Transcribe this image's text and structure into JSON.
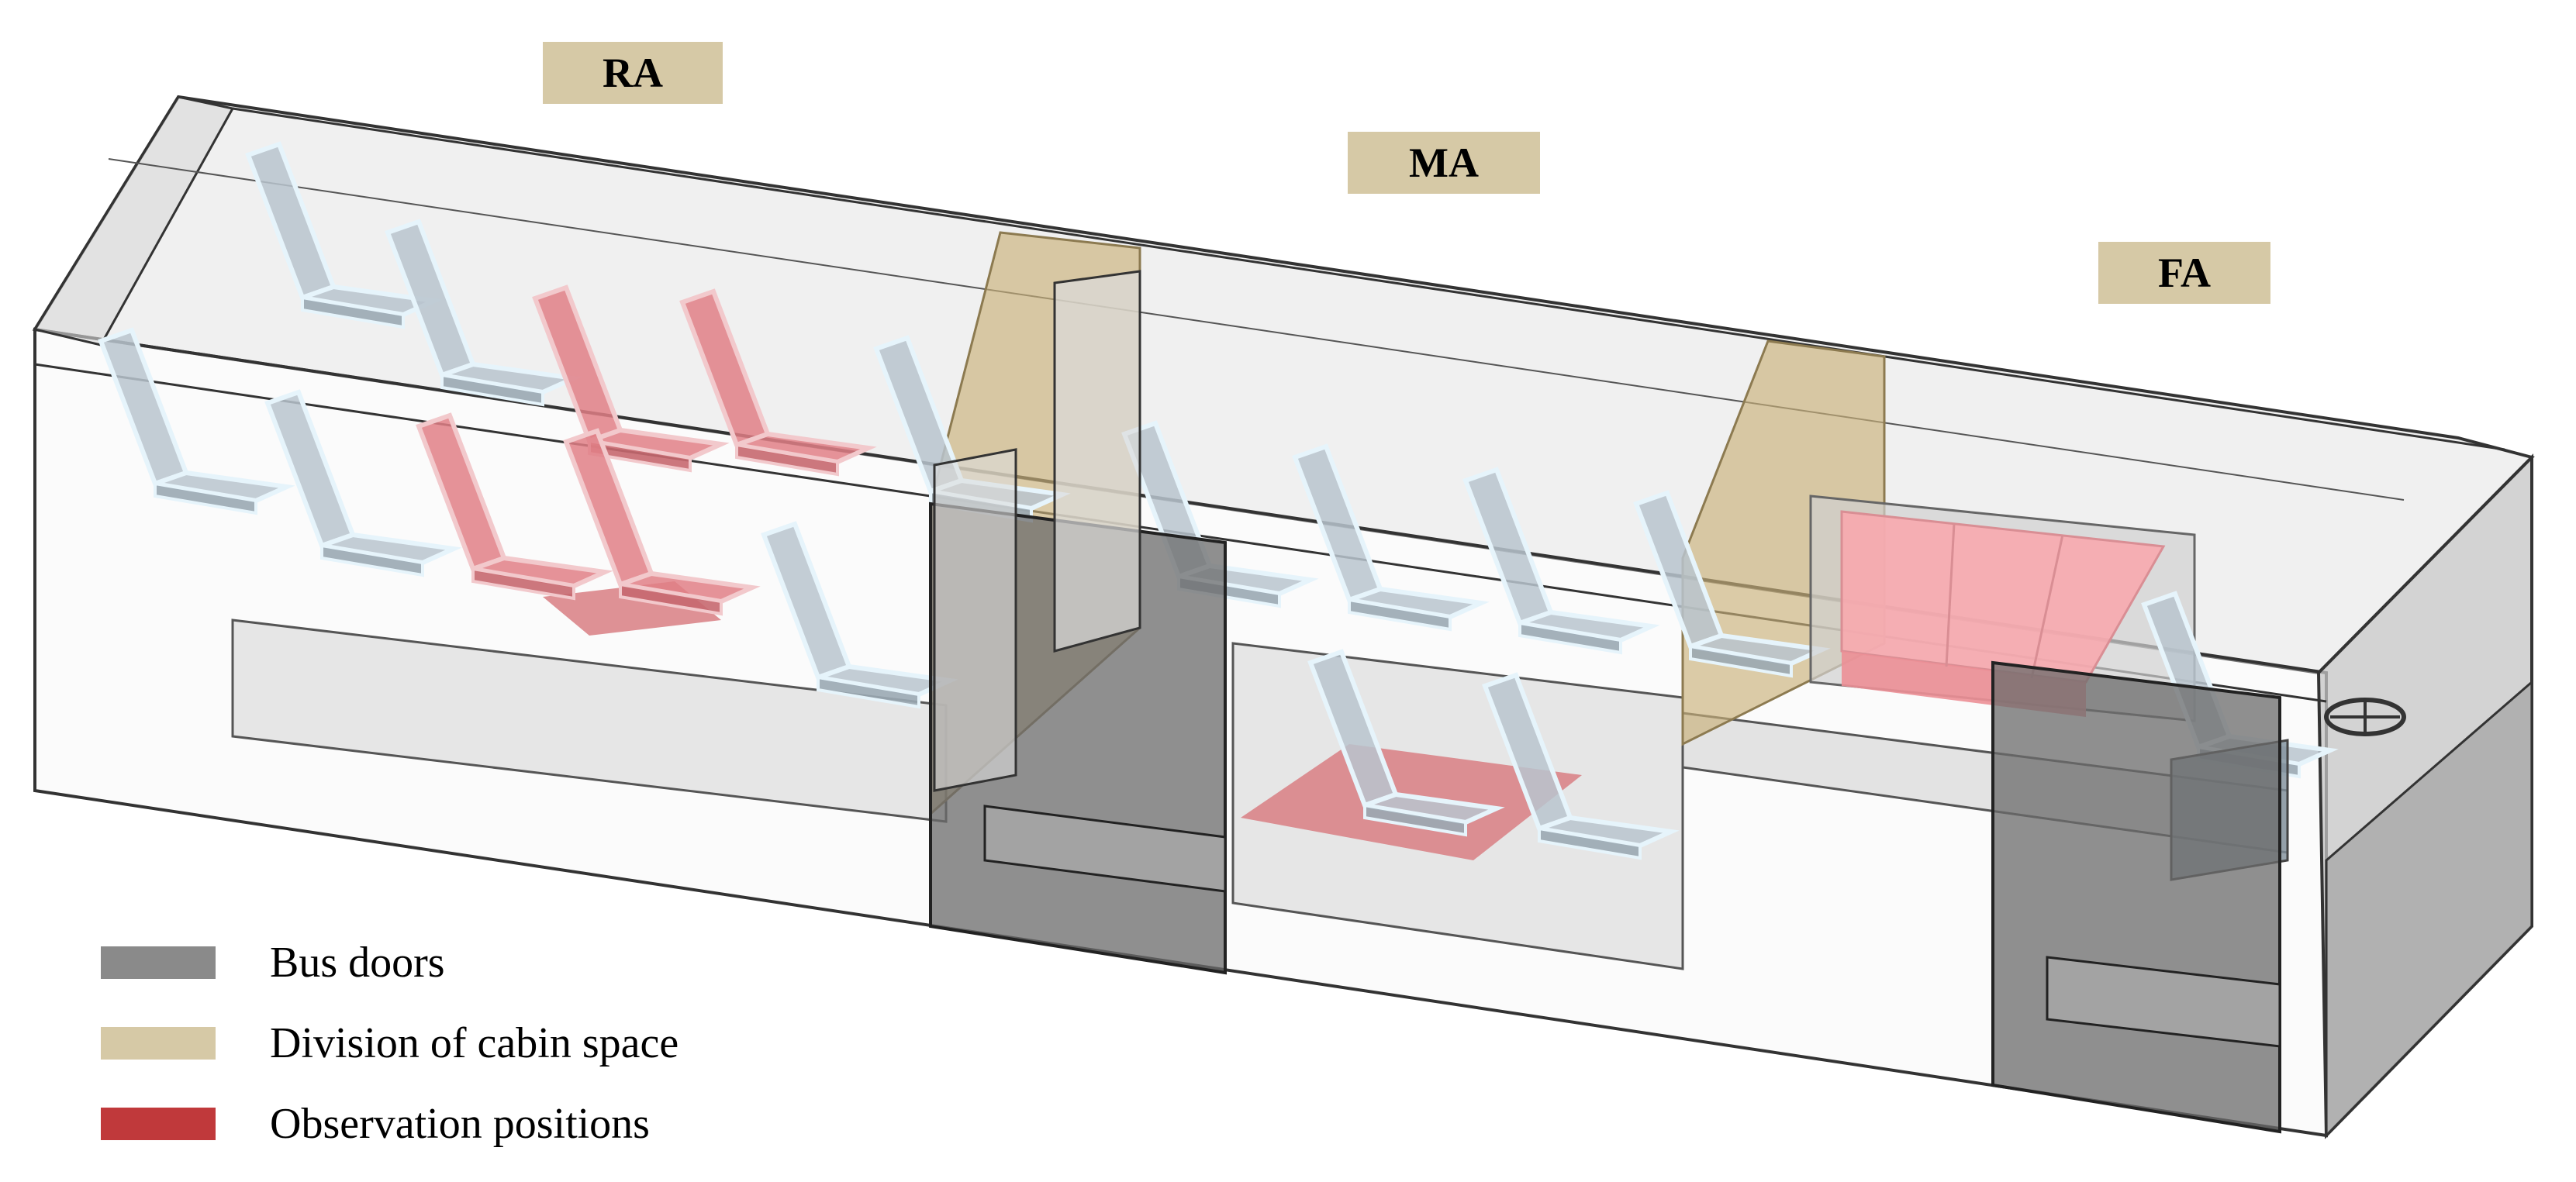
{
  "zones": [
    {
      "key": "rear",
      "label": "RA"
    },
    {
      "key": "middle",
      "label": "MA"
    },
    {
      "key": "front",
      "label": "FA"
    }
  ],
  "legend": [
    {
      "key": "doors",
      "label": "Bus doors",
      "color": "#8a8a8a"
    },
    {
      "key": "division",
      "label": "Division of cabin space",
      "color": "#d6c9a6"
    },
    {
      "key": "observation",
      "label": "Observation positions",
      "color": "#c0393b"
    }
  ],
  "colors": {
    "body_fill": "#e3e3e3",
    "outline": "#333333",
    "seat_fill": "#b8c4ce",
    "seat_edge": "#e6f4fb",
    "observation_seat": "#e07f86",
    "observation_floor": "#d87e82",
    "front_bench": "#f7a8ae",
    "door_fill": "#6b6b6b",
    "division_fill": "#c9b17a"
  },
  "icons": [
    "steering-wheel-icon"
  ]
}
